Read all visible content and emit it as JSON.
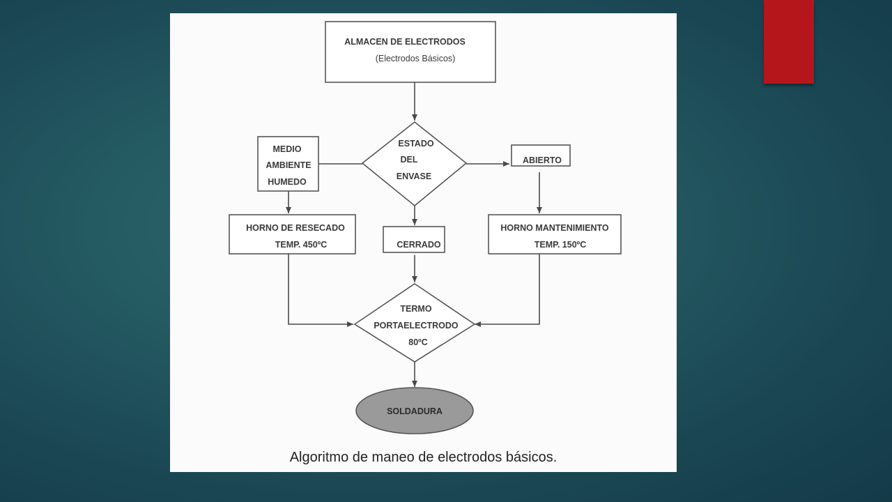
{
  "colors": {
    "accent_tab": "#b5161b",
    "background": "#1f525c",
    "panel": "#fbfbfb",
    "line": "#4a4a4a",
    "terminal_fill": "#9a9a9a"
  },
  "diagram": {
    "nodes": {
      "almacen": {
        "line1": "ALMACEN DE ELECTRODOS",
        "line2": "(Electrodos Básicos)"
      },
      "estado": {
        "line1": "ESTADO",
        "line2": "DEL",
        "line3": "ENVASE"
      },
      "medio": {
        "line1": "MEDIO",
        "line2": "AMBIENTE",
        "line3": "HUMEDO"
      },
      "abierto": {
        "line1": "ABIERTO"
      },
      "horno_resecado": {
        "line1": "HORNO DE RESECADO",
        "line2": "TEMP. 450ºC"
      },
      "cerrado": {
        "line1": "CERRADO"
      },
      "horno_mantenimiento": {
        "line1": "HORNO MANTENIMIENTO",
        "line2": "TEMP. 150ºC"
      },
      "termo": {
        "line1": "TERMO",
        "line2": "PORTAELECTRODO",
        "line3": "80ºC"
      },
      "soldadura": {
        "line1": "SOLDADURA"
      }
    },
    "caption": "Algoritmo de maneo de electrodos básicos."
  }
}
